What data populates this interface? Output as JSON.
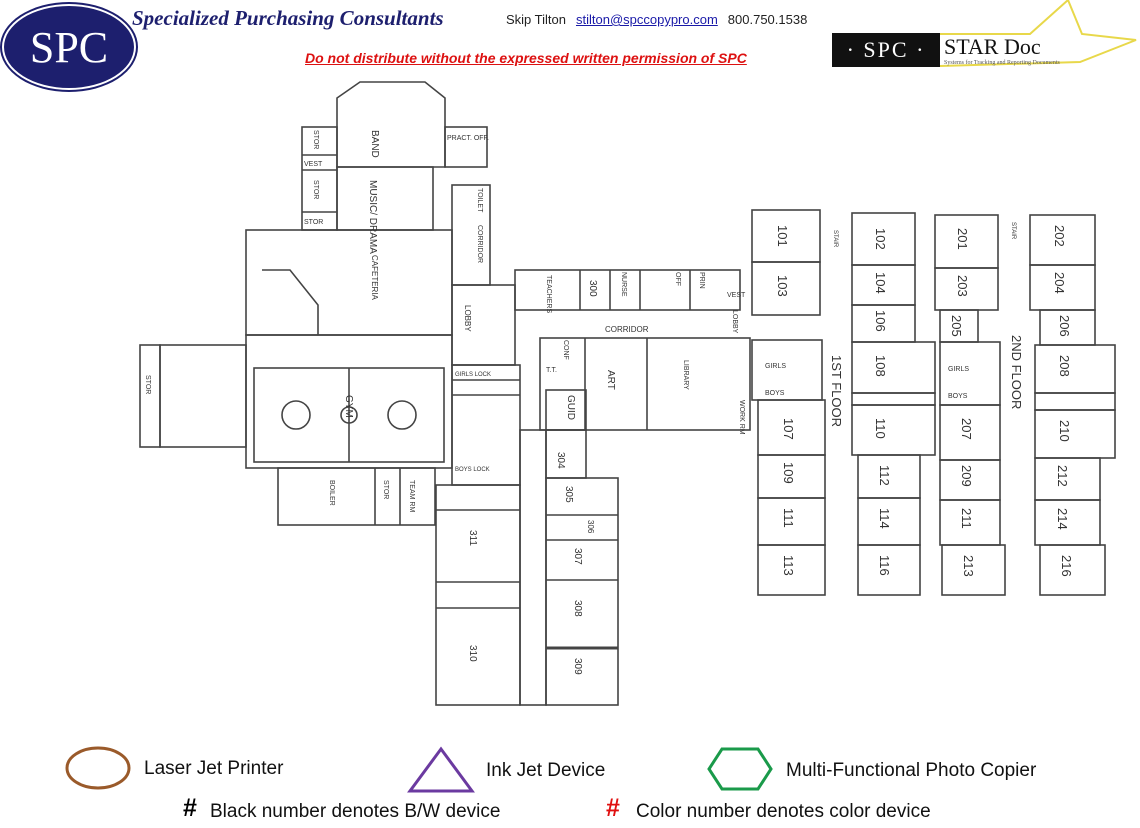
{
  "header": {
    "logo_text": "SPC",
    "company": "Specialized Purchasing Consultants",
    "contact_name": "Skip Tilton",
    "contact_email": "stilton@spccopypro.com",
    "contact_phone": "800.750.1538",
    "warning": "Do not distribute without the expressed written permission of SPC",
    "stardoc_logo": "· SPC ·",
    "stardoc_name": "STAR Doc",
    "stardoc_tagline": "Systems for Tracking and Reporting Documents"
  },
  "rooms": {
    "band": "BAND",
    "pract": "PRACT. OFF.",
    "stor1": "STOR",
    "vest1": "VEST",
    "stor2": "STOR",
    "stor3": "STOR",
    "music": "MUSIC/ DRAMA",
    "toilet": "TOILET",
    "corridor_v": "CORRIDOR",
    "cafeteria": "CAFETERIA",
    "gym": "GYM",
    "stor_left": "STOR",
    "boiler": "BOILER",
    "stor4": "STOR",
    "team": "TEAM RM",
    "lobby1": "LOBBY",
    "teachers": "TEACHERS",
    "r300": "300",
    "nurse": "NURSE",
    "off1": "OFF",
    "prin": "PRIN",
    "vest2": "VEST",
    "lobby2": "LOBBY",
    "corridor": "CORRIDOR",
    "conf": "CONF",
    "tt": "T.T.",
    "art": "ART",
    "library": "LIBRARY",
    "work": "WORK RM",
    "guid": "GUID",
    "girls_lock": "GIRLS LOCK",
    "boys_lock": "BOYS LOCK",
    "r304": "304",
    "r305": "305",
    "r306": "306",
    "r307": "307",
    "r308": "308",
    "r309": "309",
    "r310": "310",
    "r311": "311",
    "first_floor": "1ST FLOOR",
    "second_floor": "2ND FLOOR",
    "stair": "STAIR",
    "girls1": "GIRLS",
    "boys1": "BOYS",
    "girls2": "GIRLS",
    "boys2": "BOYS",
    "r101": "101",
    "r102": "102",
    "r103": "103",
    "r104": "104",
    "r106": "106",
    "r107": "107",
    "r108": "108",
    "r109": "109",
    "r110": "110",
    "r111": "111",
    "r112": "112",
    "r113": "113",
    "r114": "114",
    "r116": "116",
    "r201": "201",
    "r202": "202",
    "r203": "203",
    "r204": "204",
    "r205": "205",
    "r206": "206",
    "r207": "207",
    "r208": "208",
    "r209": "209",
    "r210": "210",
    "r211": "211",
    "r212": "212",
    "r213": "213",
    "r214": "214",
    "r216": "216"
  },
  "legend": {
    "laser": "Laser Jet Printer",
    "inkjet": "Ink Jet Device",
    "mfp": "Multi-Functional Photo Copier",
    "hash": "#",
    "bw_note": "Black number denotes B/W device",
    "color_note": "Color number denotes color device",
    "colors": {
      "laser": "#9a5a2a",
      "inkjet": "#6b3aa0",
      "mfp": "#1a9a4a",
      "color_hash": "#e01010"
    }
  }
}
